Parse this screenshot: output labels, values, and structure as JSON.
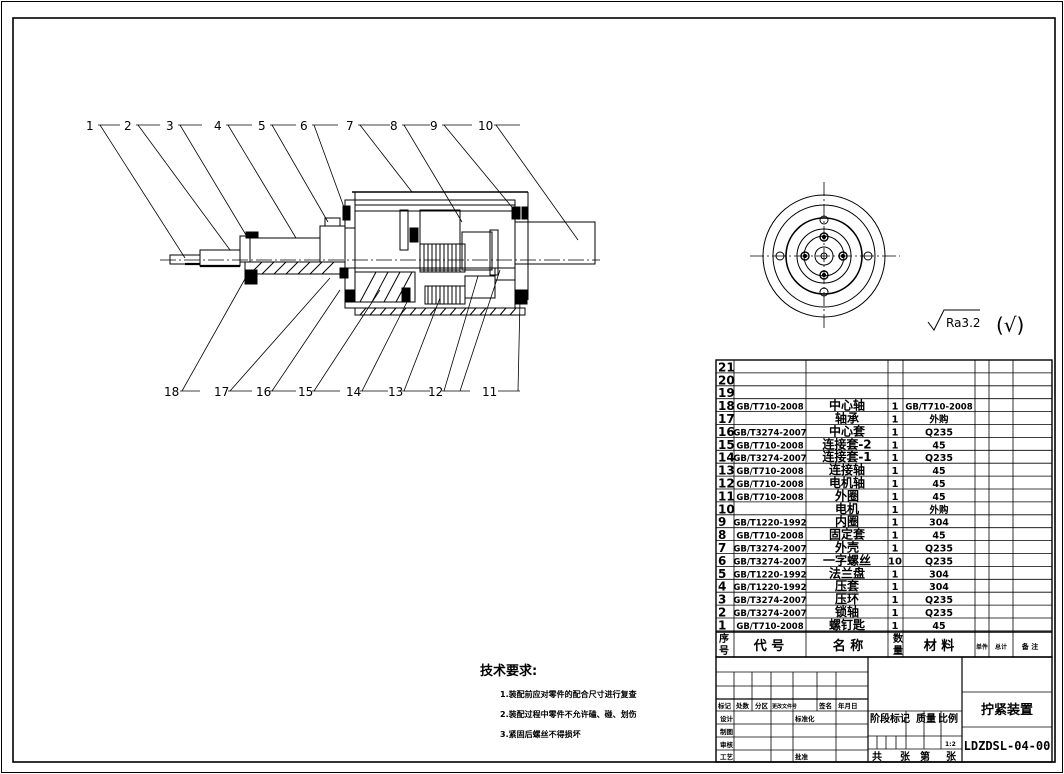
{
  "balloons": [
    "1",
    "2",
    "3",
    "4",
    "5",
    "6",
    "7",
    "8",
    "9",
    "10",
    "11",
    "12",
    "13",
    "14",
    "15",
    "16",
    "17",
    "18"
  ],
  "roughness": {
    "value": "Ra3.2",
    "note": "(√)"
  },
  "bom": {
    "empty_rows": [
      "21",
      "20",
      "19"
    ],
    "rows": [
      {
        "no": "18",
        "code": "GB/T710-2008",
        "name": "中心轴",
        "qty": "1",
        "material": "GB/T710-2008"
      },
      {
        "no": "17",
        "code": "",
        "name": "轴承",
        "qty": "1",
        "material": "外购"
      },
      {
        "no": "16",
        "code": "GB/T3274-2007",
        "name": "中心套",
        "qty": "1",
        "material": "Q235"
      },
      {
        "no": "15",
        "code": "GB/T710-2008",
        "name": "连接套-2",
        "qty": "1",
        "material": "45"
      },
      {
        "no": "14",
        "code": "GB/T3274-2007",
        "name": "连接套-1",
        "qty": "1",
        "material": "Q235"
      },
      {
        "no": "13",
        "code": "GB/T710-2008",
        "name": "连接轴",
        "qty": "1",
        "material": "45"
      },
      {
        "no": "12",
        "code": "GB/T710-2008",
        "name": "电机轴",
        "qty": "1",
        "material": "45"
      },
      {
        "no": "11",
        "code": "GB/T710-2008",
        "name": "外圈",
        "qty": "1",
        "material": "45"
      },
      {
        "no": "10",
        "code": "",
        "name": "电机",
        "qty": "1",
        "material": "外购"
      },
      {
        "no": "9",
        "code": "GB/T1220-1992",
        "name": "内圈",
        "qty": "1",
        "material": "304"
      },
      {
        "no": "8",
        "code": "GB/T710-2008",
        "name": "固定套",
        "qty": "1",
        "material": "45"
      },
      {
        "no": "7",
        "code": "GB/T3274-2007",
        "name": "外壳",
        "qty": "1",
        "material": "Q235"
      },
      {
        "no": "6",
        "code": "GB/T3274-2007",
        "name": "一字螺丝",
        "qty": "10",
        "material": "Q235"
      },
      {
        "no": "5",
        "code": "GB/T1220-1992",
        "name": "法兰盘",
        "qty": "1",
        "material": "304"
      },
      {
        "no": "4",
        "code": "GB/T1220-1992",
        "name": "压套",
        "qty": "1",
        "material": "304"
      },
      {
        "no": "3",
        "code": "GB/T3274-2007",
        "name": "压环",
        "qty": "1",
        "material": "Q235"
      },
      {
        "no": "2",
        "code": "GB/T3274-2007",
        "name": "锁轴",
        "qty": "1",
        "material": "Q235"
      },
      {
        "no": "1",
        "code": "GB/T710-2008",
        "name": "螺钉匙",
        "qty": "1",
        "material": "45"
      }
    ],
    "header": {
      "no_a": "序",
      "no_b": "号",
      "code": "代    号",
      "name": "名    称",
      "qty_a": "数",
      "qty_b": "量",
      "material": "材    料",
      "unit_wt": "单件",
      "total_wt": "总计",
      "remark": "备 注"
    }
  },
  "title_block": {
    "rev_headers": [
      "标记",
      "处数",
      "分区",
      "更改文件号",
      "签名",
      "年月日"
    ],
    "roles": [
      "设计",
      "制图",
      "审核",
      "工艺"
    ],
    "standardize": "标准化",
    "approve": "批准",
    "stage_mark": "阶段标记",
    "weight": "质量",
    "scale_label": "比例",
    "scale": "1:2",
    "total_sheets": "共",
    "sheets": "张",
    "sheet_no": "第",
    "sheet_end": "张",
    "title": "拧紧装置",
    "drawing_no": "LDZDSL-04-00"
  },
  "tech_req": {
    "title": "技术要求:",
    "items": [
      "1.装配前应对零件的配合尺寸进行复查",
      "2.装配过程中零件不允许磕、碰、划伤",
      "3.紧固后螺丝不得损坏"
    ]
  }
}
